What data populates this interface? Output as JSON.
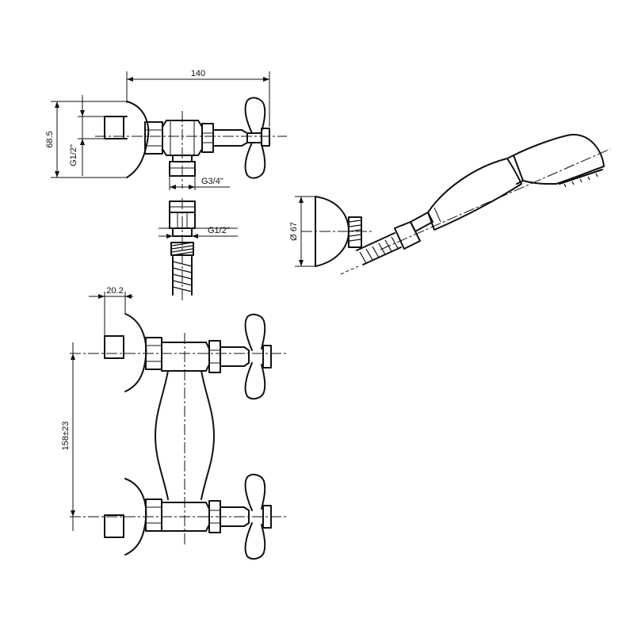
{
  "dimensions": {
    "width_top": "140",
    "height_top": "68.5",
    "thread_inlet_top": "G1/2\"",
    "thread_outlet": "G3/4\"",
    "thread_hose": "G1/2\"",
    "shower_head_diameter": "Ø 67",
    "inlet_offset": "20.2",
    "inlet_spacing": "158±23"
  }
}
